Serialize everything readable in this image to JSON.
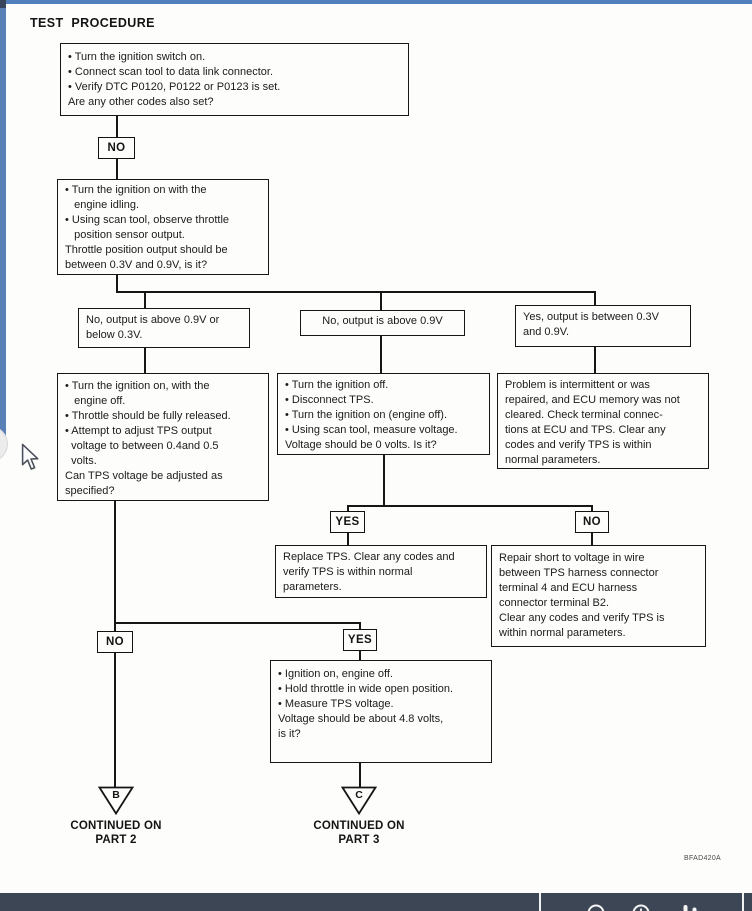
{
  "colors": {
    "accent_blue": "#5a81b6",
    "toolbar_dark": "#3d4654",
    "line_black": "#161616"
  },
  "header": {
    "title": "TEST PROCEDURE"
  },
  "footer": {
    "doc_code": "BFAD420A"
  },
  "toolbar": {
    "icons": [
      {
        "name": "search-icon"
      },
      {
        "name": "clock-icon"
      },
      {
        "name": "adjustments-icon"
      }
    ]
  },
  "flowchart": {
    "labels": {
      "no": "NO",
      "yes": "YES"
    },
    "start_box": "• Turn the ignition switch on.\n• Connect scan tool to data link connector.\n• Verify DTC P0120, P0122 or P0123 is set.\nAre any other codes also set?",
    "idle_check_box": "• Turn the ignition on with the\n   engine idling.\n• Using scan tool, observe throttle\n   position sensor output.\nThrottle position output should be\nbetween 0.3V and 0.9V, is it?",
    "branch_low_high": "No, output is above 0.9V or\nbelow 0.3V.",
    "branch_high": "No, output is above 0.9V",
    "branch_ok": "Yes, output is between 0.3V\nand 0.9V.",
    "adjust_box": "• Turn the ignition on, with the\n   engine off.\n• Throttle should be fully released.\n• Attempt to adjust TPS output\n  voltage to between 0.4and 0.5\n  volts.\nCan TPS voltage be adjusted as\nspecified?",
    "disconnect_box": "• Turn the ignition off.\n• Disconnect TPS.\n• Turn the ignition on (engine off).\n• Using scan tool, measure voltage.\nVoltage should be 0 volts. Is it?",
    "intermittent_box": "Problem is intermittent or was\nrepaired, and ECU memory was not\ncleared. Check terminal connec-\ntions at ECU and TPS. Clear any\ncodes and verify TPS is within\nnormal parameters.",
    "replace_box": "Replace TPS. Clear any codes and\nverify TPS is within normal\nparameters.",
    "repair_box": "Repair short to voltage in wire\nbetween TPS harness connector\nterminal 4 and ECU harness\nconnector terminal B2.\nClear any codes and verify TPS is\nwithin normal parameters.",
    "wot_box": "• Ignition on, engine off.\n• Hold throttle in wide open position.\n• Measure TPS voltage.\nVoltage should be about 4.8 volts,\nis it?",
    "continuation_b": {
      "letter": "B",
      "line1": "CONTINUED ON",
      "line2": "PART 2"
    },
    "continuation_c": {
      "letter": "C",
      "line1": "CONTINUED ON",
      "line2": "PART 3"
    }
  }
}
